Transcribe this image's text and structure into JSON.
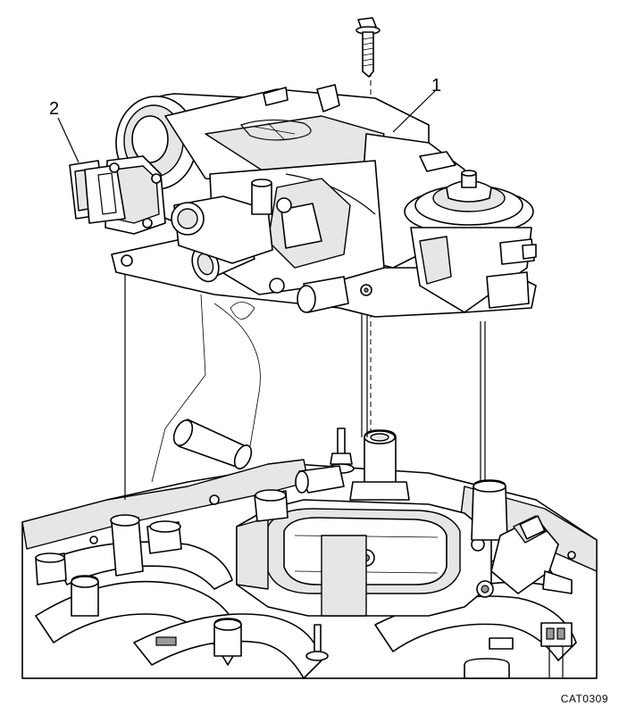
{
  "callouts": {
    "throttle_body": "1",
    "sensor": "2"
  },
  "figure_ref": "CAT0309"
}
